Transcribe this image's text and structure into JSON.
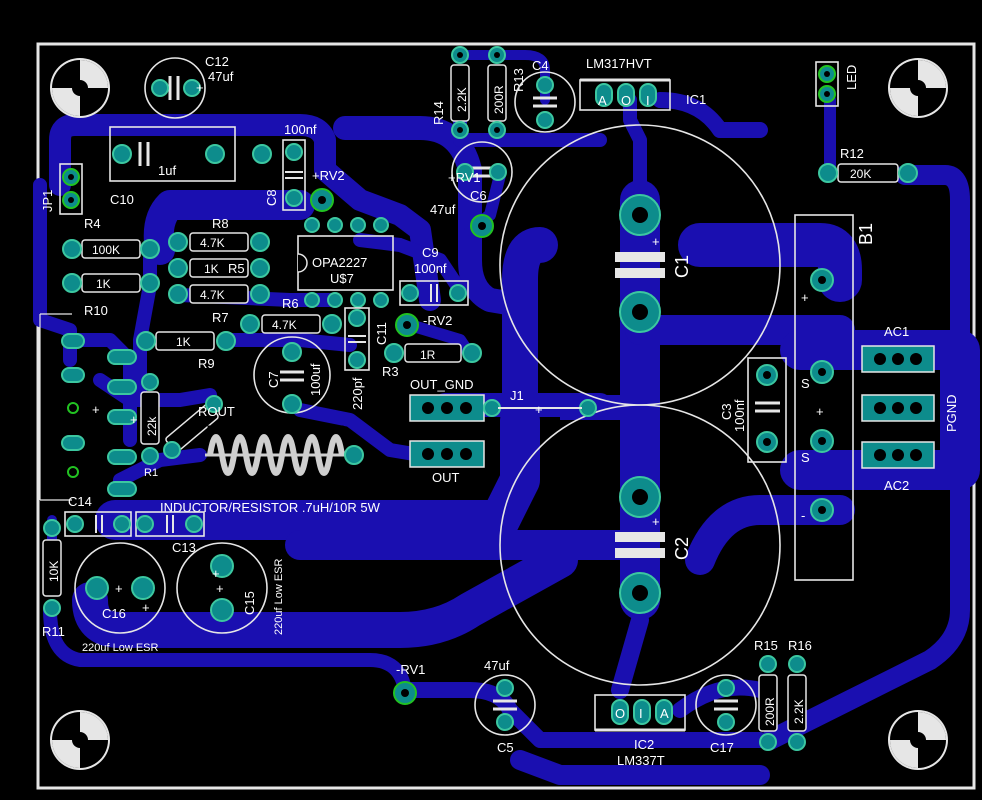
{
  "board": {
    "colors": {
      "background": "#000000",
      "copper": "#1a0fb0",
      "pad": "#0d8c8c",
      "silkscreen": "#ffffff",
      "via_ring": "#22c222"
    }
  },
  "components": {
    "c12": {
      "ref": "C12",
      "value": "47uf"
    },
    "c10": {
      "ref": "C10",
      "value": "1uf"
    },
    "c8": {
      "ref": "C8",
      "value": "100nf"
    },
    "rv2p": {
      "ref": "+RV2"
    },
    "jp1": {
      "ref": "JP1"
    },
    "r4": {
      "ref": "R4",
      "value": "100K"
    },
    "r8": {
      "ref": "R8",
      "value": "4.7K"
    },
    "r5": {
      "ref": "R5",
      "value": "1K"
    },
    "r7": {
      "ref": "R7",
      "value": "4.7K"
    },
    "r10": {
      "ref": "R10",
      "value": "1K"
    },
    "u7": {
      "ref": "U$7",
      "value": "OPA2227"
    },
    "c9": {
      "ref": "C9",
      "value": "100nf"
    },
    "r6": {
      "ref": "R6",
      "value": "4.7K"
    },
    "rv2m": {
      "ref": "-RV2"
    },
    "r9": {
      "ref": "R9",
      "value": "1K"
    },
    "c7": {
      "ref": "C7",
      "value": "100uf"
    },
    "c11": {
      "ref": "C11",
      "value": "220pf"
    },
    "r3": {
      "ref": "R3",
      "value": "1R"
    },
    "r1": {
      "ref": "R1",
      "value": "22k"
    },
    "rout": {
      "ref": "ROUT"
    },
    "inductor": {
      "label": "INDUCTOR/RESISTOR .7uH/10R 5W"
    },
    "out_gnd": {
      "label": "OUT_GND"
    },
    "out": {
      "label": "OUT"
    },
    "j1": {
      "ref": "J1"
    },
    "c14": {
      "ref": "C14"
    },
    "c13": {
      "ref": "C13"
    },
    "c16": {
      "ref": "C16",
      "note": "220uf Low ESR"
    },
    "c15": {
      "ref": "C15",
      "note": "220uf Low ESR"
    },
    "r11": {
      "ref": "R11",
      "value": "10K"
    },
    "r14": {
      "ref": "R14",
      "value": "2.2K"
    },
    "r13": {
      "ref": "R13",
      "value": "200R"
    },
    "c4": {
      "ref": "C4"
    },
    "ic1": {
      "ref": "IC1",
      "value": "LM317HVT",
      "pins": "A O I"
    },
    "c6": {
      "ref": "C6",
      "value": "47uf",
      "plus": "+RV1"
    },
    "c1": {
      "ref": "C1"
    },
    "c2": {
      "ref": "C2"
    },
    "c3": {
      "ref": "C3",
      "value": "100nf"
    },
    "led": {
      "ref": "LED"
    },
    "r12": {
      "ref": "R12",
      "value": "20K"
    },
    "b1": {
      "ref": "B1"
    },
    "ac1": {
      "label": "AC1"
    },
    "ac2": {
      "label": "AC2"
    },
    "pgnd": {
      "label": "PGND"
    },
    "rv1m": {
      "ref": "-RV1"
    },
    "c5": {
      "ref": "C5",
      "value": "47uf"
    },
    "ic2": {
      "ref": "IC2",
      "value": "LM337T",
      "pins": "O I A"
    },
    "c17": {
      "ref": "C17"
    },
    "r15": {
      "ref": "R15",
      "value": "200R"
    },
    "r16": {
      "ref": "R16",
      "value": "2.2K"
    }
  }
}
